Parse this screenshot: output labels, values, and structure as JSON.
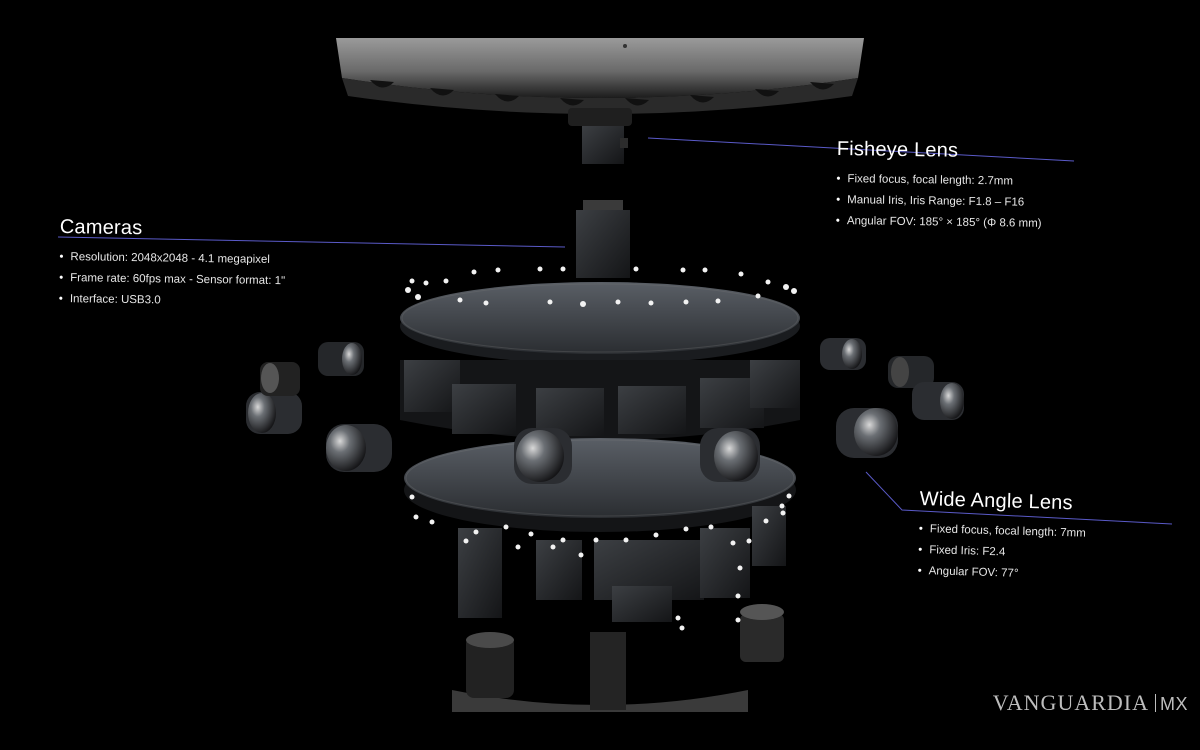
{
  "callouts": {
    "cameras": {
      "title": "Cameras",
      "items": [
        "Resolution: 2048x2048 - 4.1 megapixel",
        "Frame rate: 60fps max - Sensor format: 1\"",
        "Interface: USB3.0"
      ]
    },
    "fisheye": {
      "title": "Fisheye Lens",
      "items": [
        "Fixed focus, focal length: 2.7mm",
        "Manual Iris, Iris Range: F1.8 – F16",
        "Angular FOV: 185° × 185° (Φ 8.6 mm)"
      ]
    },
    "wide_angle": {
      "title": "Wide Angle Lens",
      "items": [
        "Fixed focus, focal length: 7mm",
        "Fixed Iris: F2.4",
        "Angular FOV: 77°"
      ]
    }
  },
  "watermark": {
    "brand": "VANGUARDIA",
    "suffix": "MX"
  },
  "colors": {
    "background": "#000000",
    "leader_line": "#5a5ac8",
    "text": "#ffffff"
  }
}
